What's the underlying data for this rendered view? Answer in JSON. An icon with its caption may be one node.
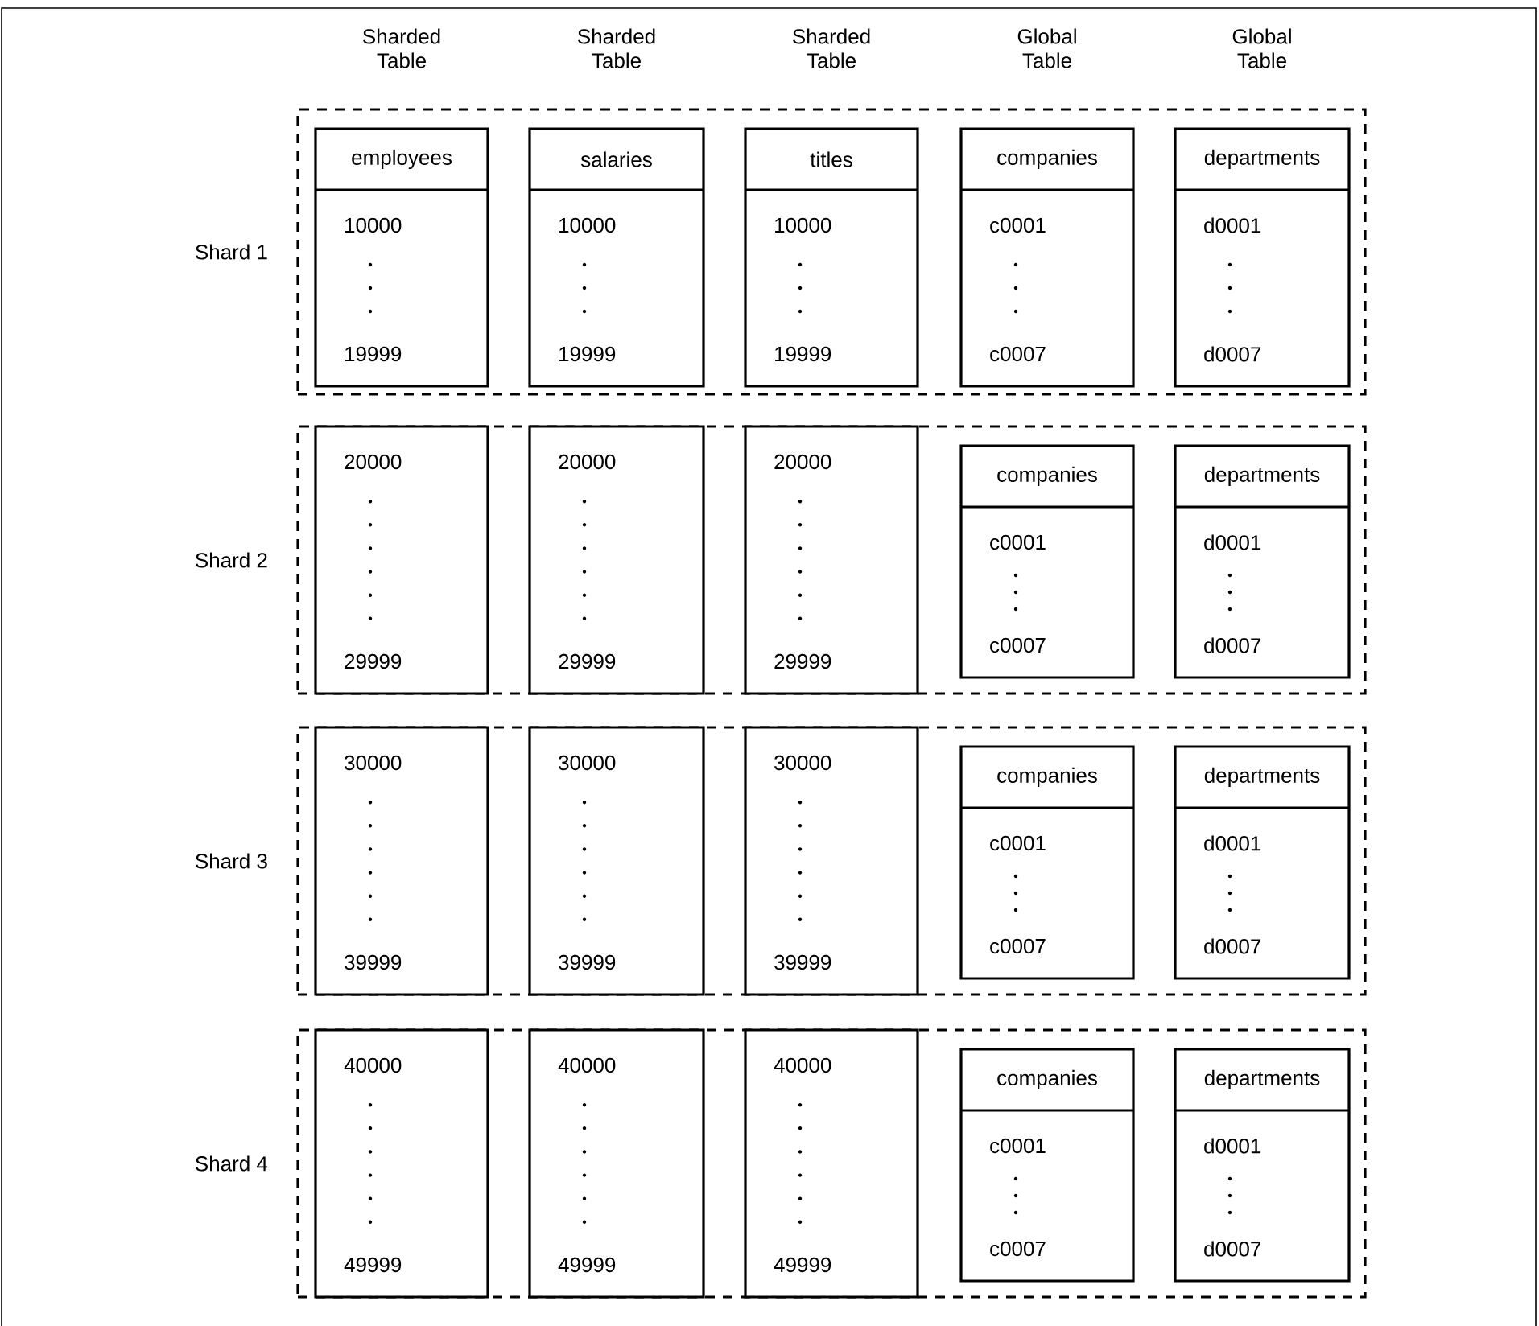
{
  "diagram": {
    "nodes": [
      {
        "text": [],
        "shape": "box",
        "beside": [
          "Shard 1"
        ]
      },
      {
        "text": [
          "employees",
          "10000",
          "19999"
        ],
        "in": 0
      },
      {
        "text": [
          "salaries",
          "10000",
          "19999"
        ],
        "in": 0
      },
      {
        "text": [
          "titles",
          "10000",
          "19999"
        ],
        "in": 0
      },
      {
        "text": [
          "companies",
          "c0001",
          "c0007"
        ],
        "in": 0
      },
      {
        "text": [
          "departments",
          "d0001",
          "d0007"
        ],
        "in": 0
      },
      {
        "text": [],
        "shape": "box",
        "beside": [
          "Shard 2"
        ]
      },
      {
        "text": [
          "20000",
          "29999"
        ],
        "in": 6
      },
      {
        "text": [
          "20000",
          "29999"
        ],
        "in": 6
      },
      {
        "text": [
          "20000",
          "29999"
        ],
        "in": 6
      },
      {
        "text": [
          "companies",
          "c0001",
          "c0007"
        ],
        "in": 6
      },
      {
        "text": [
          "departments",
          "d0001",
          "d0007"
        ],
        "in": 6
      },
      {
        "text": [],
        "shape": "box",
        "beside": [
          "Shard 3"
        ]
      },
      {
        "text": [
          "30000",
          "39999"
        ],
        "in": 12
      },
      {
        "text": [
          "30000",
          "39999"
        ],
        "in": 12
      },
      {
        "text": [
          "30000",
          "39999"
        ],
        "in": 12
      },
      {
        "text": [
          "companies",
          "c0001",
          "c0007"
        ],
        "in": 12
      },
      {
        "text": [
          "departments",
          "d0001",
          "d0007"
        ],
        "in": 12
      },
      {
        "text": [],
        "shape": "box",
        "beside": [
          "Shard 4"
        ]
      },
      {
        "text": [
          "40000",
          "49999"
        ],
        "in": 18
      },
      {
        "text": [
          "40000",
          "49999"
        ],
        "in": 18
      },
      {
        "text": [
          "40000",
          "49999"
        ],
        "in": 18
      },
      {
        "text": [
          "companies",
          "c0001",
          "c0007"
        ],
        "in": 18
      },
      {
        "text": [
          "departments",
          "d0001",
          "d0007"
        ],
        "in": 18
      }
    ],
    "labels": [
      "Sharded Table",
      "Sharded Table",
      "Sharded Table",
      "Global Table",
      "Global Table"
    ]
  }
}
